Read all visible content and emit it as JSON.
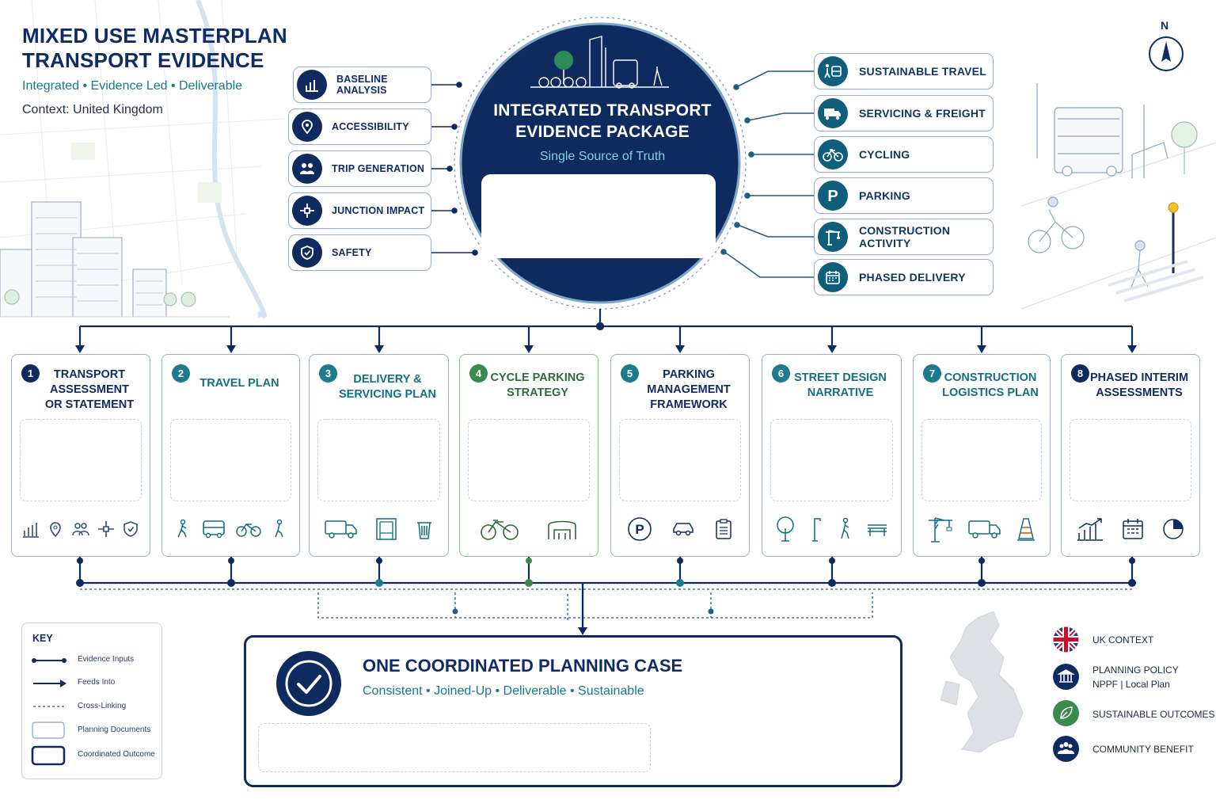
{
  "header": {
    "title_line1": "MIXED USE MASTERPLAN",
    "title_line2": "TRANSPORT EVIDENCE",
    "tagline": "Integrated • Evidence Led • Deliverable",
    "context": "Context: United Kingdom"
  },
  "compass": {
    "north_label": "N"
  },
  "inputs_left": [
    {
      "label": "BASELINE ANALYSIS",
      "icon": "bar-chart-icon"
    },
    {
      "label": "ACCESSIBILITY",
      "icon": "location-pin-icon"
    },
    {
      "label": "TRIP GENERATION",
      "icon": "people-icon"
    },
    {
      "label": "JUNCTION IMPACT",
      "icon": "junction-icon"
    },
    {
      "label": "SAFETY",
      "icon": "shield-check-icon"
    }
  ],
  "hub": {
    "title_line1": "INTEGRATED TRANSPORT",
    "title_line2": "EVIDENCE PACKAGE",
    "subtitle": "Single Source of Truth"
  },
  "inputs_right": [
    {
      "label": "SUSTAINABLE TRAVEL",
      "icon": "walk-bus-icon"
    },
    {
      "label": "SERVICING & FREIGHT",
      "icon": "truck-icon"
    },
    {
      "label": "CYCLING",
      "icon": "bicycle-icon"
    },
    {
      "label": "PARKING",
      "icon": "parking-icon"
    },
    {
      "label": "CONSTRUCTION ACTIVITY",
      "icon": "crane-icon"
    },
    {
      "label": "PHASED DELIVERY",
      "icon": "calendar-icon"
    }
  ],
  "documents": [
    {
      "number": "1",
      "title": [
        "TRANSPORT",
        "ASSESSMENT",
        "OR STATEMENT"
      ],
      "icons": [
        "bar-chart-icon",
        "location-pin-icon",
        "people-icon",
        "junction-icon",
        "shield-check-icon"
      ]
    },
    {
      "number": "2",
      "title": [
        "TRAVEL PLAN"
      ],
      "icons": [
        "pedestrian-icon",
        "bus-icon",
        "bicycle-icon",
        "walking-icon"
      ]
    },
    {
      "number": "3",
      "title": [
        "DELIVERY &",
        "SERVICING PLAN"
      ],
      "icons": [
        "truck-icon",
        "loading-bay-icon",
        "bin-icon"
      ]
    },
    {
      "number": "4",
      "title": [
        "CYCLE PARKING",
        "STRATEGY"
      ],
      "icons": [
        "bicycle-icon",
        "cycle-shelter-icon"
      ]
    },
    {
      "number": "5",
      "title": [
        "PARKING",
        "MANAGEMENT",
        "FRAMEWORK"
      ],
      "icons": [
        "parking-icon",
        "car-icon",
        "clipboard-icon"
      ]
    },
    {
      "number": "6",
      "title": [
        "STREET DESIGN",
        "NARRATIVE"
      ],
      "icons": [
        "tree-icon",
        "street-lamp-icon",
        "pedestrian-icon",
        "bench-icon"
      ]
    },
    {
      "number": "7",
      "title": [
        "CONSTRUCTION",
        "LOGISTICS PLAN"
      ],
      "icons": [
        "crane-icon",
        "truck-icon",
        "traffic-cone-icon"
      ]
    },
    {
      "number": "8",
      "title": [
        "PHASED INTERIM",
        "ASSESSMENTS"
      ],
      "icons": [
        "growth-chart-icon",
        "calendar-icon",
        "pie-chart-icon"
      ]
    }
  ],
  "key": {
    "title": "KEY",
    "items": [
      "Evidence Inputs",
      "Feeds Into",
      "Cross-Linking",
      "Planning Documents",
      "Coordinated Outcome"
    ]
  },
  "outcome": {
    "title": "ONE COORDINATED PLANNING CASE",
    "subtitle": "Consistent • Joined-Up • Deliverable • Sustainable"
  },
  "legend_right": [
    {
      "lines": [
        "UK CONTEXT"
      ],
      "icon": "uk-flag-icon"
    },
    {
      "lines": [
        "PLANNING POLICY",
        "NPPF | Local Plan"
      ],
      "icon": "building-icon"
    },
    {
      "lines": [
        "SUSTAINABLE OUTCOMES"
      ],
      "icon": "leaf-icon"
    },
    {
      "lines": [
        "COMMUNITY BENEFIT"
      ],
      "icon": "community-icon"
    }
  ],
  "colors": {
    "navy": "#0f2a5e",
    "teal": "#146f84",
    "green": "#3b8a4d",
    "border": "#9bb0cf"
  }
}
